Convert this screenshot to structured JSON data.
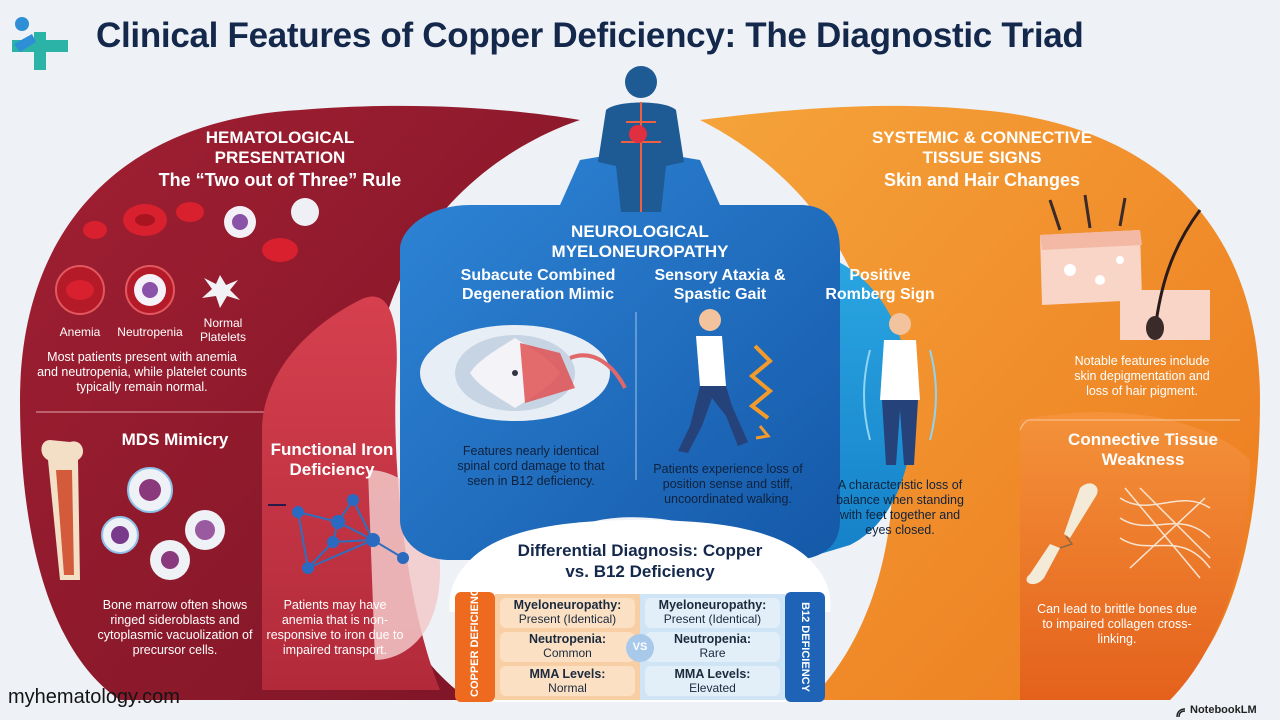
{
  "title": "Clinical Features of Copper Deficiency: The Diagnostic Triad",
  "colors": {
    "hematology": "#8e1a2c",
    "neurology": "#1f6fc4",
    "systemic": "#f08a24",
    "title": "#14284b"
  },
  "hematological": {
    "heading": "HEMATOLOGICAL PRESENTATION",
    "subheading": "The “Two out of Three” Rule",
    "labels": [
      "Anemia",
      "Neutropenia",
      "Normal Platelets"
    ],
    "text": "Most patients present with anemia and neutropenia, while platelet counts typically remain normal."
  },
  "mds": {
    "heading": "MDS Mimicry",
    "text": "Bone marrow often shows ringed sideroblasts and cytoplasmic vacuolization of precursor cells."
  },
  "iron": {
    "heading": "Functional Iron Deficiency",
    "text": "Patients may have anemia that is non-responsive to iron due to impaired transport."
  },
  "neurological": {
    "heading": "NEUROLOGICAL MYELONEUROPATHY",
    "scd_heading": "Subacute Combined Degeneration Mimic",
    "scd_text": "Features nearly identical spinal cord damage to that seen in B12 deficiency.",
    "ataxia_heading": "Sensory Ataxia & Spastic Gait",
    "ataxia_text": "Patients experience loss of position sense and stiff, uncoordinated walking.",
    "romberg_heading": "Positive Romberg Sign",
    "romberg_text": "A characteristic loss of balance when standing with feet together and eyes closed."
  },
  "systemic": {
    "heading": "SYSTEMIC & CONNECTIVE TISSUE SIGNS",
    "subheading": "Skin and Hair Changes",
    "text": "Notable features include skin depigmentation and loss of hair pigment.",
    "connective_heading": "Connective Tissue Weakness",
    "connective_text": "Can lead to brittle bones due to impaired collagen cross-linking."
  },
  "differential": {
    "heading": "Differential Diagnosis: Copper vs. B12 Deficiency",
    "left_label": "COPPER DEFICIENCY",
    "right_label": "B12 DEFICIENCY",
    "vs": "VS",
    "rows": [
      {
        "name": "Myeloneuropathy:",
        "copper": "Present (Identical)",
        "b12": "Present (Identical)"
      },
      {
        "name": "Neutropenia:",
        "copper": "Common",
        "b12": "Rare"
      },
      {
        "name": "MMA Levels:",
        "copper": "Normal",
        "b12": "Elevated"
      }
    ]
  },
  "footer": {
    "site": "myhematology.com",
    "brand": "NotebookLM"
  }
}
